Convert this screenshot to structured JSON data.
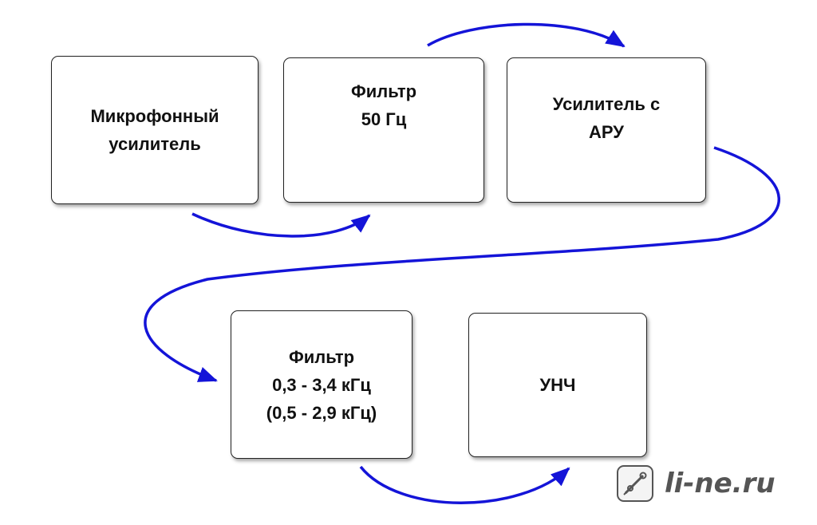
{
  "blocks": [
    {
      "label": "Микрофонный\nусилитель"
    },
    {
      "label": "Фильтр\n50 Гц"
    },
    {
      "label": "Усилитель с\nАРУ"
    },
    {
      "label": "Фильтр\n0,3 - 3,4 кГц\n(0,5 - 2,9 кГц)"
    },
    {
      "label": "УНЧ"
    }
  ],
  "arrow_color": "#1414d8",
  "watermark": {
    "text": "li-ne.ru",
    "icon": "pen-tool-icon"
  }
}
